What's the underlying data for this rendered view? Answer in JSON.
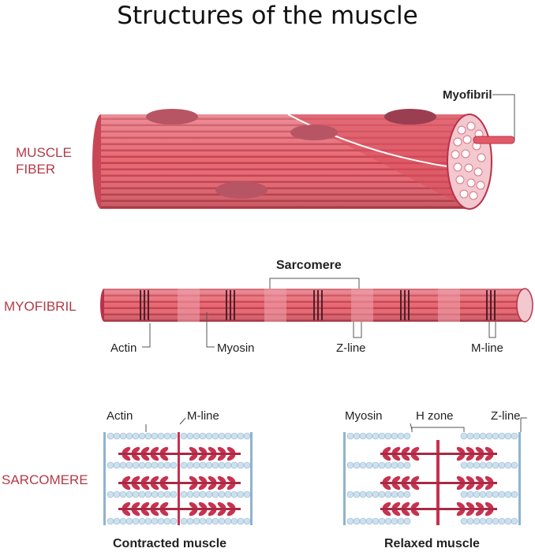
{
  "title": "Structures of the muscle",
  "sections": {
    "muscle_fiber": "MUSCLE\nFIBER",
    "myofibril": "MYOFIBRIL",
    "sarcomere": "SARCOMERE"
  },
  "labels": {
    "myofibril": "Myofibril",
    "sarcomere": "Sarcomere",
    "actin": "Actin",
    "myosin": "Myosin",
    "z_line": "Z-line",
    "m_line": "M-line",
    "h_zone": "H zone"
  },
  "captions": {
    "contracted": "Contracted muscle",
    "relaxed": "Relaxed muscle"
  },
  "colors": {
    "fiber": "#e05a66",
    "fiber_dark": "#b8324a",
    "nucleus": "#9c3e52",
    "label_red": "#b23a48",
    "actin_bead": "#cde0ee",
    "myosin_head": "#c8324f",
    "z_disc": "#8fb3cf"
  }
}
